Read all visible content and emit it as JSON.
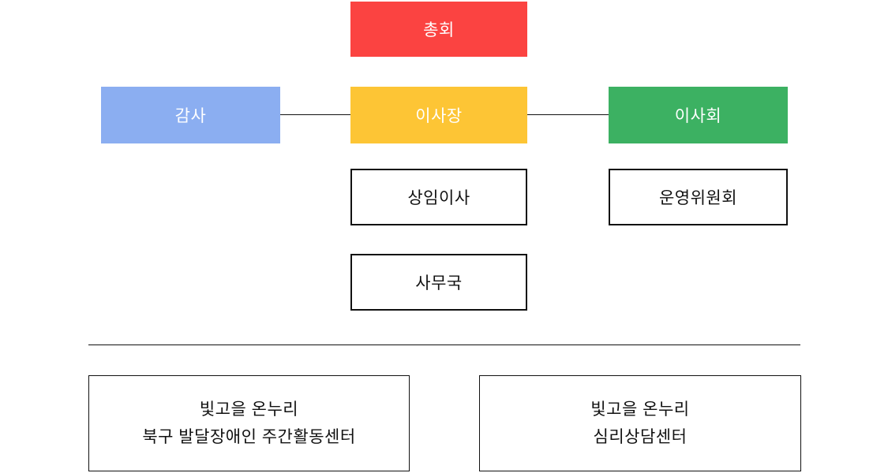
{
  "colors": {
    "assembly_red": "#FB4341",
    "auditor_blue": "#8BAEF1",
    "chairman_yellow": "#FDC535",
    "board_green": "#3CB162",
    "outline_orange": "#F59C44",
    "outline_green": "#3CB162",
    "line_black": "#111111"
  },
  "org_chart": {
    "nodes": {
      "general_assembly": {
        "label": "총회"
      },
      "auditor": {
        "label": "감사"
      },
      "chairman": {
        "label": "이사장"
      },
      "board": {
        "label": "이사회"
      },
      "standing_director": {
        "label": "상임이사"
      },
      "steering_committee": {
        "label": "운영위원회"
      },
      "secretariat": {
        "label": "사무국"
      }
    }
  },
  "affiliates": [
    {
      "line1": "빛고을 온누리",
      "line2": "북구 발달장애인 주간활동센터"
    },
    {
      "line1": "빛고을 온누리",
      "line2": "심리상담센터"
    }
  ]
}
